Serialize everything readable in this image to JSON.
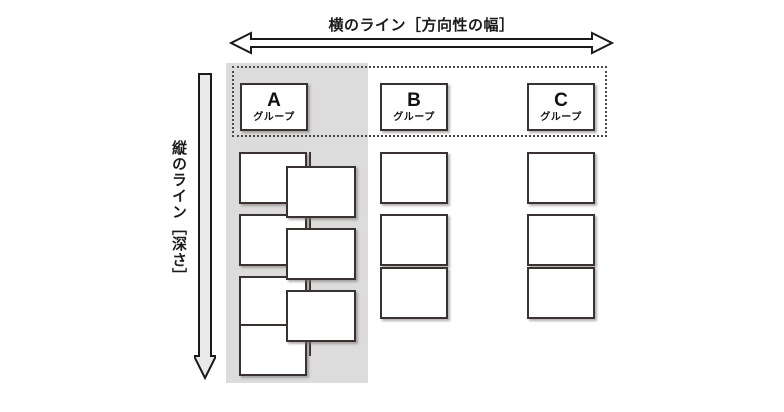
{
  "diagram": {
    "title_horizontal": "横のライン［方向性の幅］",
    "title_vertical": "縦のライン［深さ］",
    "colors": {
      "background": "#ffffff",
      "highlight_band": "#dcdcdc",
      "box_border": "#3a3230",
      "box_fill": "#ffffff",
      "dotted_border": "#4a4a4a",
      "text": "#1b1b1b"
    }
  },
  "axes": {
    "horizontal": {
      "label": "横のライン［方向性の幅］",
      "arrow_style": "double-headed",
      "direction": "left-right"
    },
    "vertical": {
      "label": "縦のライン［深さ］",
      "arrow_style": "single-headed",
      "direction": "down"
    }
  },
  "header_band": {
    "style": "dotted",
    "groups": [
      {
        "letter": "A",
        "sub": "グループ",
        "highlighted": true
      },
      {
        "letter": "B",
        "sub": "グループ",
        "highlighted": false
      },
      {
        "letter": "C",
        "sub": "グループ",
        "highlighted": false
      }
    ]
  },
  "columns": [
    {
      "id": "A",
      "highlighted": true,
      "primary_nodes": [
        {
          "label": ""
        },
        {
          "label": ""
        },
        {
          "label": ""
        },
        {
          "label": ""
        }
      ],
      "branch_nodes": [
        {
          "label": ""
        },
        {
          "label": ""
        },
        {
          "label": ""
        }
      ]
    },
    {
      "id": "B",
      "highlighted": false,
      "primary_nodes": [
        {
          "label": ""
        },
        {
          "label": ""
        },
        {
          "label": ""
        }
      ],
      "branch_nodes": []
    },
    {
      "id": "C",
      "highlighted": false,
      "primary_nodes": [
        {
          "label": ""
        },
        {
          "label": ""
        },
        {
          "label": ""
        }
      ],
      "branch_nodes": []
    }
  ]
}
